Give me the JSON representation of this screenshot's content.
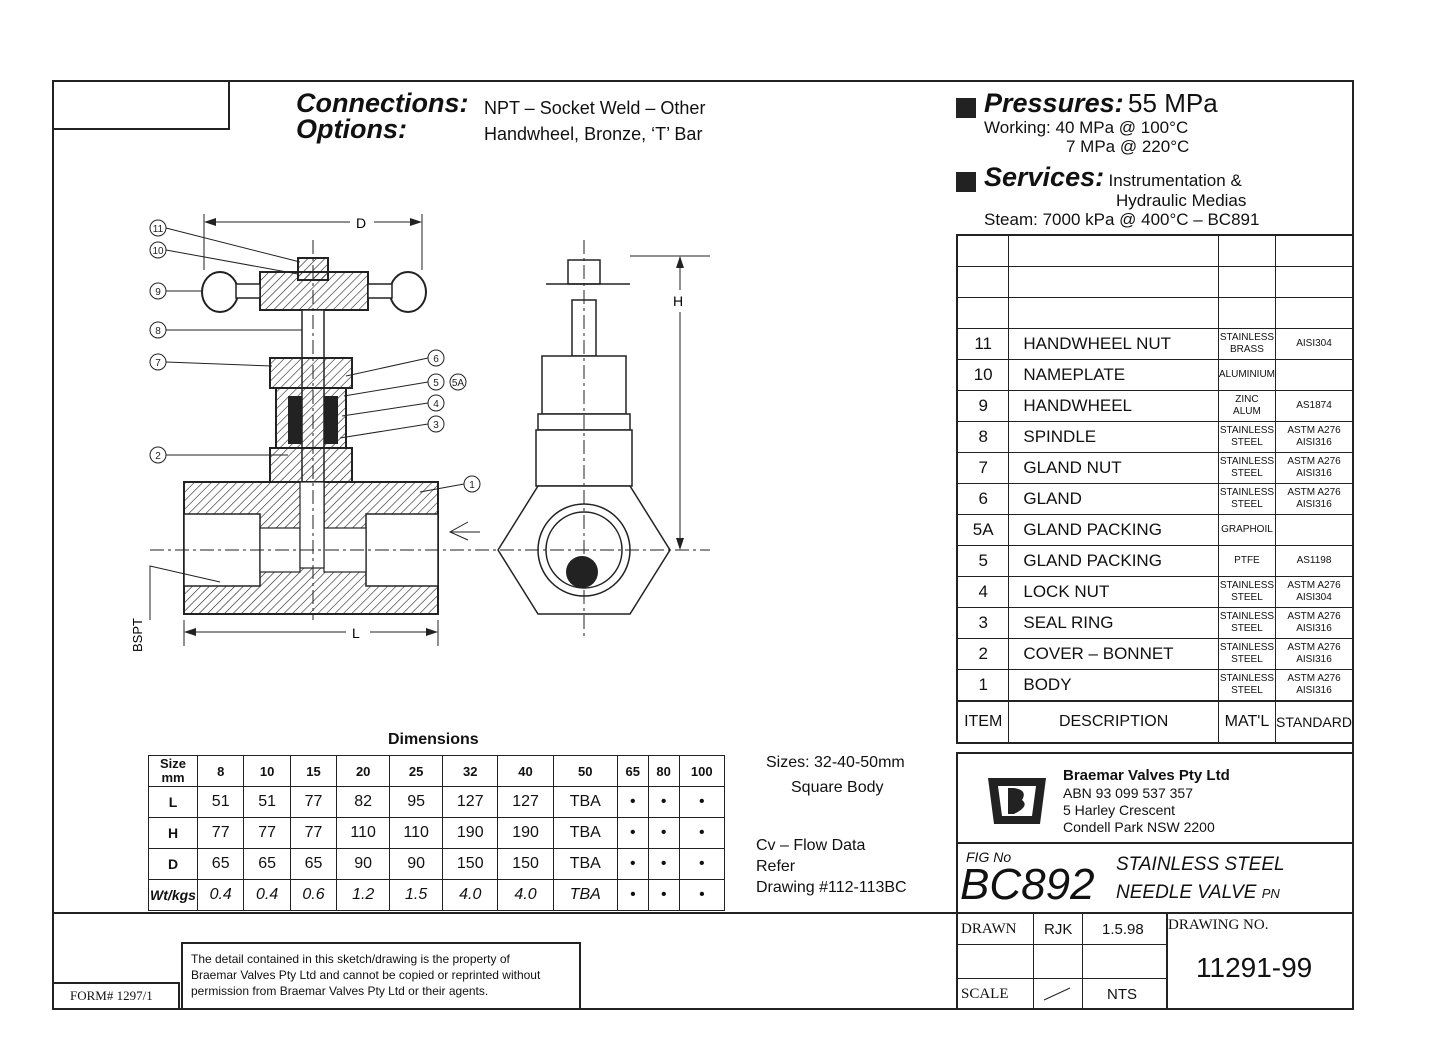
{
  "header": {
    "connections_label": "Connections:",
    "connections_value": "NPT – Socket Weld – Other",
    "options_label": "Options:",
    "options_value": "Handwheel, Bronze, ‘T’ Bar"
  },
  "pressures": {
    "label": "Pressures:",
    "value": "55 MPa",
    "working1": "Working: 40 MPa @ 100°C",
    "working2": "7 MPa @ 220°C"
  },
  "services": {
    "label": "Services:",
    "line1": "Instrumentation &",
    "line2": "Hydraulic Medias",
    "steam": "Steam: 7000 kPa @ 400°C – BC891"
  },
  "drawing_labels": {
    "d": "D",
    "h": "H",
    "l": "L",
    "bspt": "BSPT",
    "callouts": [
      "11",
      "10",
      "9",
      "8",
      "7",
      "6",
      "5",
      "5A",
      "4",
      "3",
      "2",
      "1"
    ]
  },
  "parts": {
    "rows": [
      {
        "item": "11",
        "desc": "HANDWHEEL NUT",
        "mat": [
          "STAINLESS",
          "BRASS"
        ],
        "std": [
          "AISI304"
        ]
      },
      {
        "item": "10",
        "desc": "NAMEPLATE",
        "mat": [
          "ALUMINIUM"
        ],
        "std": []
      },
      {
        "item": "9",
        "desc": "HANDWHEEL",
        "mat": [
          "ZINC",
          "ALUM"
        ],
        "std": [
          "AS1874"
        ]
      },
      {
        "item": "8",
        "desc": "SPINDLE",
        "mat": [
          "STAINLESS",
          "STEEL"
        ],
        "std": [
          "ASTM A276",
          "AISI316"
        ]
      },
      {
        "item": "7",
        "desc": "GLAND NUT",
        "mat": [
          "STAINLESS",
          "STEEL"
        ],
        "std": [
          "ASTM A276",
          "AISI316"
        ]
      },
      {
        "item": "6",
        "desc": "GLAND",
        "mat": [
          "STAINLESS",
          "STEEL"
        ],
        "std": [
          "ASTM A276",
          "AISI316"
        ]
      },
      {
        "item": "5A",
        "desc": "GLAND PACKING",
        "mat": [
          "GRAPHOIL"
        ],
        "std": []
      },
      {
        "item": "5",
        "desc": "GLAND PACKING",
        "mat": [
          "PTFE"
        ],
        "std": [
          "AS1198"
        ]
      },
      {
        "item": "4",
        "desc": "LOCK NUT",
        "mat": [
          "STAINLESS",
          "STEEL"
        ],
        "std": [
          "ASTM A276",
          "AISI304"
        ]
      },
      {
        "item": "3",
        "desc": "SEAL RING",
        "mat": [
          "STAINLESS",
          "STEEL"
        ],
        "std": [
          "ASTM A276",
          "AISI316"
        ]
      },
      {
        "item": "2",
        "desc": "COVER – BONNET",
        "mat": [
          "STAINLESS",
          "STEEL"
        ],
        "std": [
          "ASTM A276",
          "AISI316"
        ]
      },
      {
        "item": "1",
        "desc": "BODY",
        "mat": [
          "STAINLESS",
          "STEEL"
        ],
        "std": [
          "ASTM A276",
          "AISI316"
        ]
      }
    ],
    "head_item": "ITEM",
    "head_desc": "DESCRIPTION",
    "head_mat": "MAT'L",
    "head_std": "STANDARD"
  },
  "dimensions": {
    "title": "Dimensions",
    "size_label": "Size mm",
    "sizes": [
      "8",
      "10",
      "15",
      "20",
      "25",
      "32",
      "40",
      "50",
      "65",
      "80",
      "100"
    ],
    "rows": [
      {
        "label": "L",
        "values": [
          "51",
          "51",
          "77",
          "82",
          "95",
          "127",
          "127",
          "TBA",
          "•",
          "•",
          "•"
        ]
      },
      {
        "label": "H",
        "values": [
          "77",
          "77",
          "77",
          "110",
          "110",
          "190",
          "190",
          "TBA",
          "•",
          "•",
          "•"
        ]
      },
      {
        "label": "D",
        "values": [
          "65",
          "65",
          "65",
          "90",
          "90",
          "150",
          "150",
          "TBA",
          "•",
          "•",
          "•"
        ]
      },
      {
        "label": "Wt/kgs",
        "values": [
          "0.4",
          "0.4",
          "0.6",
          "1.2",
          "1.5",
          "4.0",
          "4.0",
          "TBA",
          "•",
          "•",
          "•"
        ]
      }
    ]
  },
  "notes": {
    "sizes": "Sizes: 32-40-50mm",
    "square": "Square Body",
    "cv1": "Cv – Flow Data",
    "cv2": "Refer",
    "cv3": "Drawing #112-113BC"
  },
  "company": {
    "name": "Braemar Valves Pty Ltd",
    "abn": "ABN 93 099 537 357",
    "addr1": "5 Harley Crescent",
    "addr2": "Condell Park  NSW  2200"
  },
  "title_block": {
    "fig_label": "FIG No",
    "fig_no": "BC892",
    "desc1": "STAINLESS STEEL",
    "desc2": "NEEDLE VALVE",
    "desc2_suffix": "PN",
    "drawn_label": "DRAWN",
    "drawn_by": "RJK",
    "date": "1.5.98",
    "drawing_no_label": "DRAWING NO.",
    "drawing_no": "11291-99",
    "scale_label": "SCALE",
    "scale_value": "NTS"
  },
  "footer": {
    "form": "FORM# 1297/1",
    "disclaimer1": "The detail contained in this sketch/drawing is the property of",
    "disclaimer2": "Braemar Valves Pty Ltd and cannot be copied or reprinted without",
    "disclaimer3": "permission from Braemar Valves Pty Ltd or their agents."
  },
  "colors": {
    "ink": "#222222",
    "paper": "#ffffff"
  }
}
